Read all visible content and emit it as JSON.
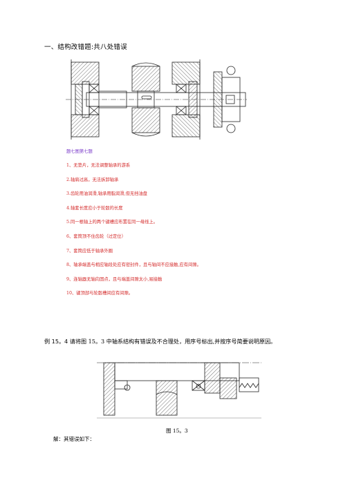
{
  "heading": "一、结构改错题:共八处错误",
  "caption_top": "题七图第七题",
  "errors": [
    "1、无垫片，无法调整轴承的游系",
    "2.轴肩过高，无法拆卸轴承",
    "3.齿轮用油润滑,轴承用脂润滑,但无挡油盘",
    "4.轴套长度应小于轮毂的长度",
    "5.同一根轴上的两个键槽应布置在同一母线上。",
    "6、套筒顶不住齿轮（过定位）",
    "7、套筒应低于轴承外圈",
    "8、轴承端盖与相应轴段处应有密封件，且与轴间不应接触,应有间隙。",
    "9、连轴器无轴向固点，且与端盖间隙太小,易接触",
    "10、键顶部与轮毂槽间应有间隙。"
  ],
  "example": {
    "label": "例 15。4",
    "text": "  请将图 15。3 中轴系结构有错误及不合理处，用序号标出,并按序号简要说明原因。"
  },
  "figure_caption": "图 15。3",
  "answer_intro": "解：其错误如下："
}
